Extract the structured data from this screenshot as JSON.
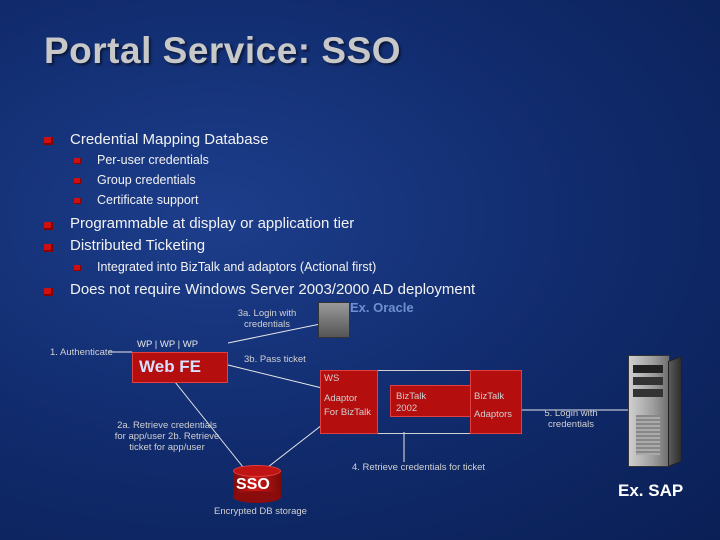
{
  "title": "Portal Service:  SSO",
  "bullets": {
    "b1": "Credential Mapping Database",
    "b1_sub": [
      "Per-user credentials",
      "Group credentials",
      "Certificate support"
    ],
    "b2": "Programmable at display or application tier",
    "b3": "Distributed Ticketing",
    "b3_sub": [
      "Integrated into BizTalk and adaptors (Actional first)"
    ],
    "b4": "Does not require Windows Server 2003/2000 AD deployment"
  },
  "diagram": {
    "login_a": "3a. Login with credentials",
    "ex_oracle": "Ex. Oracle",
    "authenticate": "1. Authenticate",
    "wp_label": "WP | WP | WP",
    "web_fe": "Web FE",
    "pass_ticket": "3b. Pass ticket",
    "ws": "WS",
    "adaptor_for": "Adaptor For BizTalk",
    "biztalk_2002": "BizTalk 2002",
    "biztalk_adaptors": "BizTalk Adaptors",
    "login_5": "5. Login with credentials",
    "retrieve_2": "2a. Retrieve credentials for app/user 2b. Retrieve ticket for app/user",
    "retrieve_4": "4. Retrieve credentials for ticket",
    "sso": "SSO",
    "encrypted": "Encrypted DB storage",
    "ex_sap": "Ex. SAP"
  },
  "colors": {
    "accent_red": "#b50e0e",
    "title": "#c8c8c8",
    "ex_oracle": "#6f8fd0"
  }
}
